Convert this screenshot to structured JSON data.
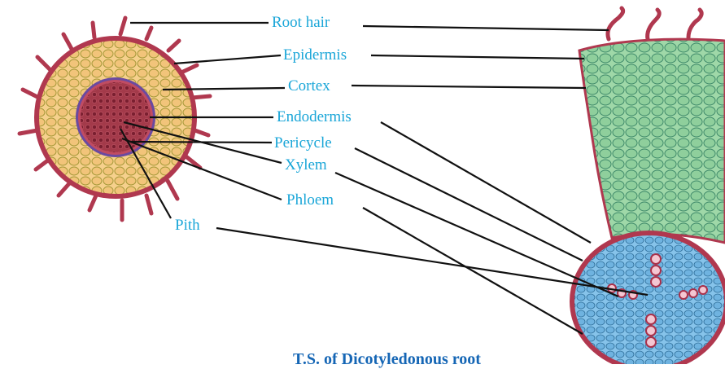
{
  "labels": {
    "root_hair": "Root hair",
    "epidermis": "Epidermis",
    "cortex": "Cortex",
    "endodermis": "Endodermis",
    "pericycle": "Pericycle",
    "xylem": "Xylem",
    "phloem": "Phloem",
    "pith": "Pith"
  },
  "caption": "T.S. of Dicotyledonous root",
  "colors": {
    "label_text": "#1aa6d8",
    "caption_text": "#1566b5",
    "epidermis": "#b0384f",
    "cortex_cells": "#f2c47a",
    "stele": "#8e2438",
    "enlarged_cortex": "#8fcf9c",
    "enlarged_stele": "#6fb3e0",
    "leader_lines": "#111111"
  }
}
